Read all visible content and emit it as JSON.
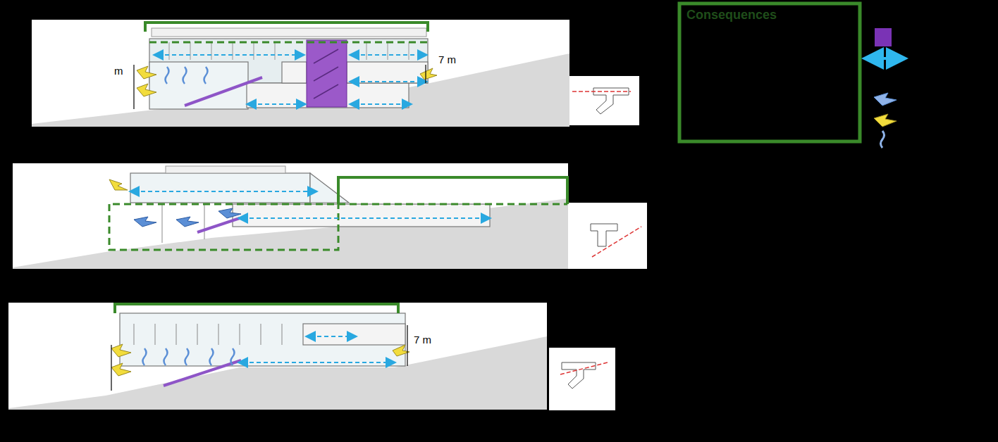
{
  "diagram": {
    "labels": [
      "m",
      "7 m",
      "7 m",
      "Consequences"
    ]
  }
}
